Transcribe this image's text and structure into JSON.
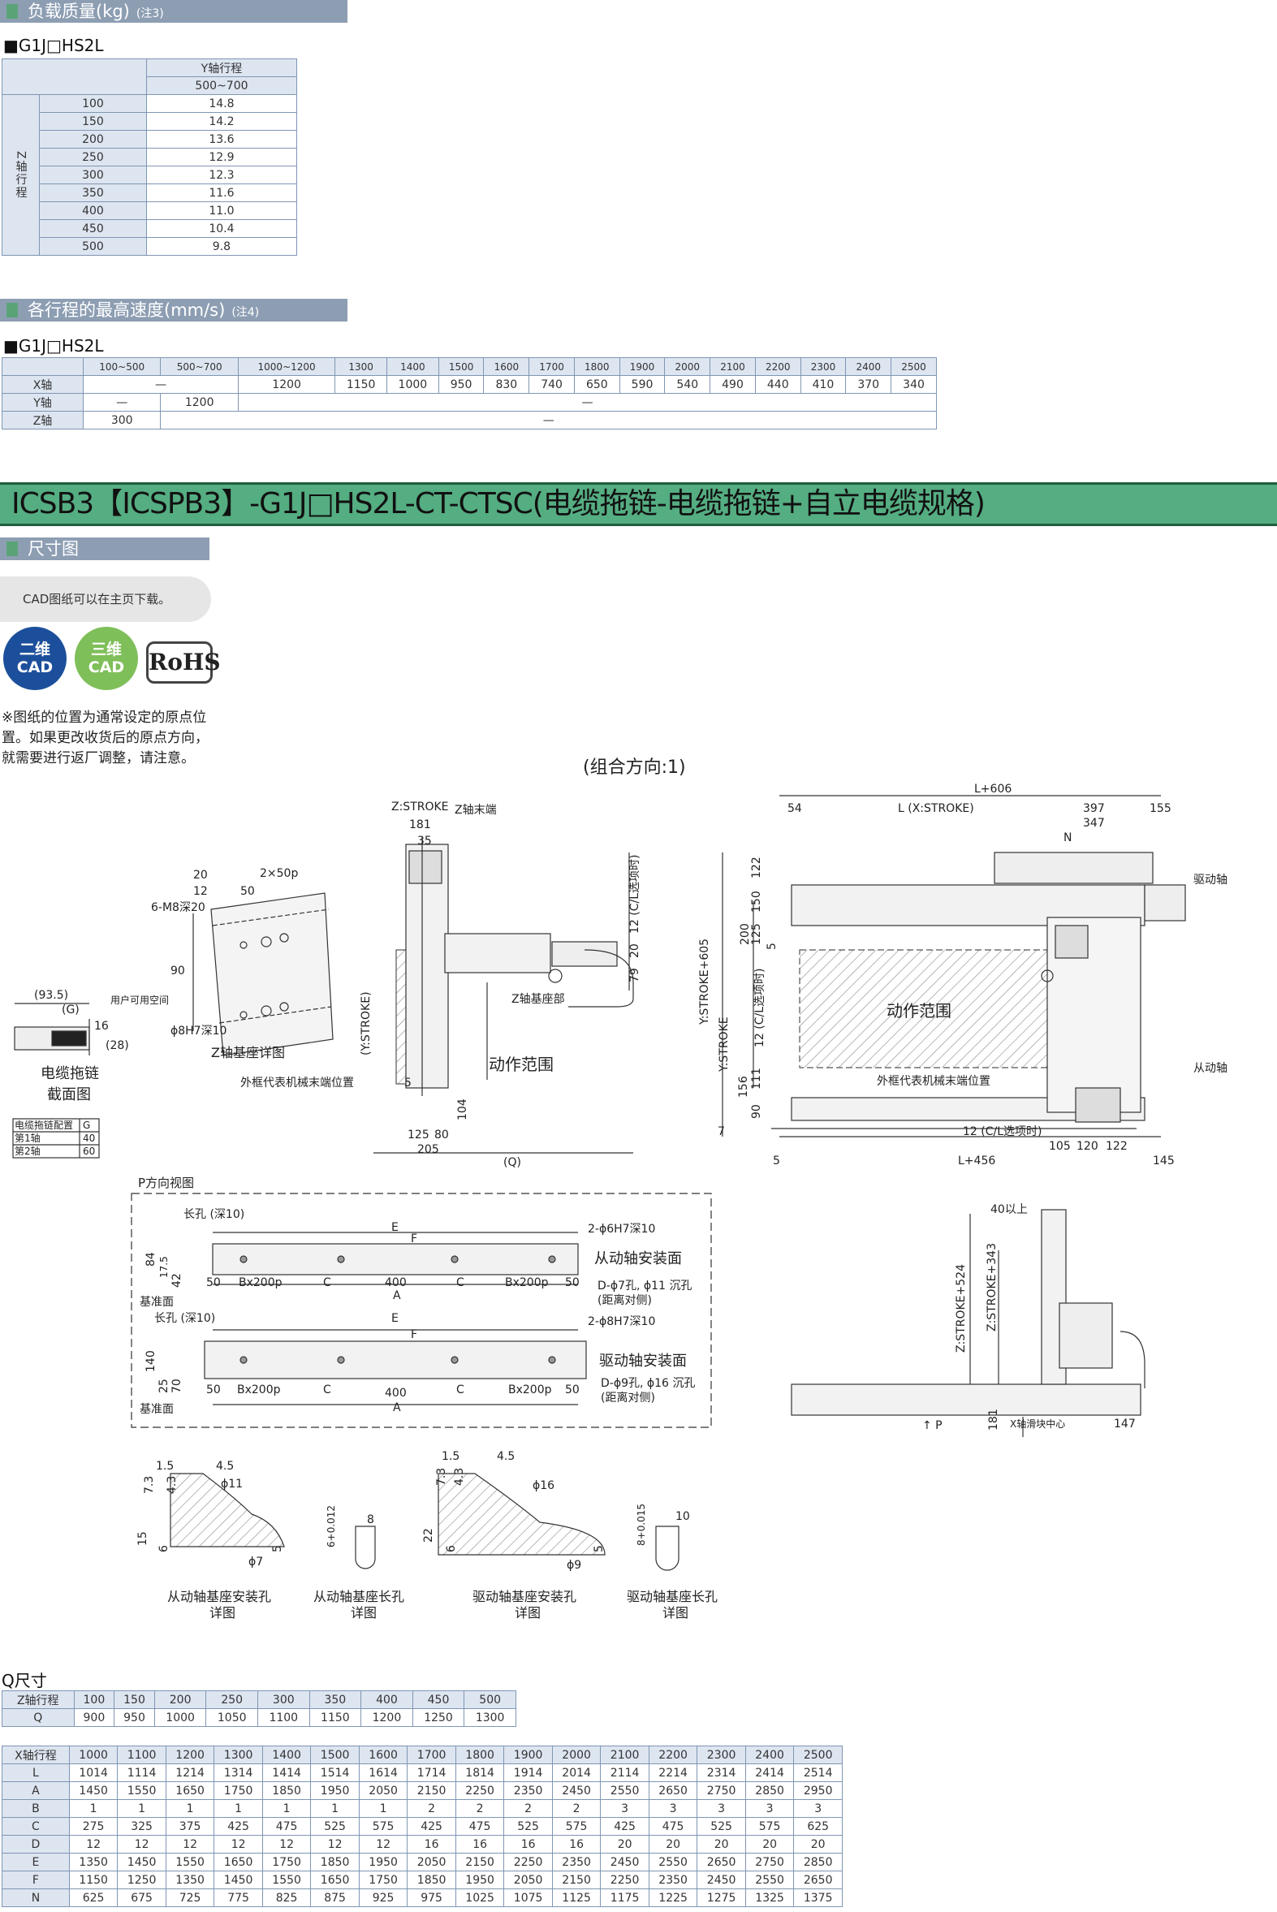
{
  "load_section": {
    "title": "负载质量(kg)",
    "note": "(注3)",
    "model": "■G1J□HS2L",
    "y_axis_header": "Y轴行程",
    "y_range": "500~700",
    "z_axis_label": "Z轴行程",
    "rows": [
      [
        "100",
        "14.8"
      ],
      [
        "150",
        "14.2"
      ],
      [
        "200",
        "13.6"
      ],
      [
        "250",
        "12.9"
      ],
      [
        "300",
        "12.3"
      ],
      [
        "350",
        "11.6"
      ],
      [
        "400",
        "11.0"
      ],
      [
        "450",
        "10.4"
      ],
      [
        "500",
        "9.8"
      ]
    ]
  },
  "speed_section": {
    "title": "各行程的最高速度(mm/s)",
    "note": "(注4)",
    "model": "■G1J□HS2L",
    "headers": [
      "100~500",
      "500~700",
      "1000~1200",
      "1300",
      "1400",
      "1500",
      "1600",
      "1700",
      "1800",
      "1900",
      "2000",
      "2100",
      "2200",
      "2300",
      "2400",
      "2500"
    ],
    "x_label": "X轴",
    "x_dash": "—",
    "x_values": [
      "1200",
      "1150",
      "1000",
      "950",
      "830",
      "740",
      "650",
      "590",
      "540",
      "490",
      "440",
      "410",
      "370",
      "340"
    ],
    "y_label": "Y轴",
    "y_first": "—",
    "y_second": "1200",
    "y_rest": "—",
    "z_label": "Z轴",
    "z_first": "300",
    "z_rest": "—"
  },
  "banner": {
    "title": "ICSB3【ICSPB3】-G1J□HS2L-CT-CTSC(电缆拖链-电缆拖链+自立电缆规格)"
  },
  "dim_section": {
    "title": "尺寸图",
    "cad_note": "CAD图纸可以在主页下载。",
    "badge_2d_line1": "二维",
    "badge_2d_line2": "CAD",
    "badge_3d_line1": "三维",
    "badge_3d_line2": "CAD",
    "rohs": "RoHS",
    "remark": "※图纸的位置为通常设定的原点位置。如果更改收货后的原点方向，就需要进行返厂调整，请注意。"
  },
  "drawing": {
    "orientation": "(组合方向:1)",
    "cable_chain": {
      "caption1": "电缆拖链",
      "caption2": "截面图",
      "user_space": "用户可用空间",
      "d935": "(93.5)",
      "g": "(G)",
      "d16": "16",
      "d28": "(28)",
      "cfg_title": "电缆拖链配置",
      "cfg_g": "G",
      "cfg_rows": [
        [
          "第1轴",
          "40"
        ],
        [
          "第2轴",
          "60"
        ]
      ]
    },
    "z_base": {
      "caption": "Z轴基座详图",
      "d20": "20",
      "d12": "12",
      "d50": "50",
      "d2x50p": "2×50p",
      "hole": "6-M8深20",
      "d90": "90",
      "pin": "ϕ8H7深10"
    },
    "side": {
      "zstroke": "Z:STROKE",
      "zend": "Z轴末端",
      "d181": "181",
      "d35": "35",
      "ystroke": "(Y:STROKE)",
      "cl12": "12 (C/L选项时)",
      "d20": "20",
      "d79": "79",
      "zbase": "Z轴基座部",
      "range": "动作范围",
      "mech_end": "外框代表机械末端位置",
      "d5": "5",
      "d104": "104",
      "d125": "125",
      "d80": "80",
      "d205": "205",
      "q": "(Q)"
    },
    "top": {
      "l606": "L+606",
      "d54": "54",
      "lx": "L (X:STROKE)",
      "d397": "397",
      "d155": "155",
      "d347": "347",
      "n": "N",
      "drive": "驱动轴",
      "driven": "从动轴",
      "range": "动作范围",
      "ys605": "Y:STROKE+605",
      "ys": "Y:STROKE",
      "cl12v": "12 (C/L选项时)",
      "d122": "122",
      "d150": "150",
      "d125": "125",
      "d200": "200",
      "d5": "5",
      "d111": "111",
      "d156": "156",
      "d90": "90",
      "d7": "7",
      "mech_end": "外框代表机械末端位置",
      "cl12h": "12 (C/L选项时)",
      "d105": "105",
      "d120": "120",
      "d122b": "122",
      "l456": "L+456",
      "d145": "145"
    },
    "pview": {
      "title": "P方向视图",
      "slot1": "长孔 (深10)",
      "e": "E",
      "f": "F",
      "pin1": "2-ϕ6H7深10",
      "driven_face": "从动轴安装面",
      "d84": "84",
      "d17": "17.5",
      "d42": "42",
      "d50": "50",
      "bx200p": "Bx200p",
      "c": "C",
      "d400": "400",
      "a": "A",
      "holes1": "D-ϕ7孔, ϕ11 沉孔",
      "holes1b": "(距离对侧)",
      "ref": "基准面",
      "slot2": "长孔 (深10)",
      "pin2": "2-ϕ8H7深10",
      "drive_face": "驱动轴安装面",
      "d140": "140",
      "d25": "25",
      "d70": "70",
      "holes2": "D-ϕ9孔, ϕ16 沉孔",
      "holes2b": "(距离对侧)"
    },
    "front": {
      "above": "40以上",
      "zs524": "Z:STROKE+524",
      "zs343": "Z:STROKE+343",
      "d181": "181",
      "xcenter": "X轴滑块中心",
      "d147": "147",
      "p": "↑ P"
    },
    "details": {
      "d1": {
        "caption1": "从动轴基座安装孔",
        "caption2": "详图",
        "a": "1.5",
        "b": "4.5",
        "c": "7.3",
        "d": "4.3",
        "e": "15",
        "f": "6",
        "g": "5",
        "phi": "ϕ11",
        "phi2": "ϕ7"
      },
      "d2": {
        "caption1": "从动轴基座长孔",
        "caption2": "详图",
        "w": "8",
        "tol": "6+0.012"
      },
      "d3": {
        "caption1": "驱动轴基座安装孔",
        "caption2": "详图",
        "a": "1.5",
        "b": "4.5",
        "c": "7.3",
        "d": "4.3",
        "e": "22",
        "f": "6",
        "g": "5",
        "phi": "ϕ16",
        "phi2": "ϕ9"
      },
      "d4": {
        "caption1": "驱动轴基座长孔",
        "caption2": "详图",
        "w": "10",
        "tol": "8+0.015"
      }
    }
  },
  "q_section": {
    "title": "Q尺寸",
    "z_label": "Z轴行程",
    "q_label": "Q",
    "z": [
      "100",
      "150",
      "200",
      "250",
      "300",
      "350",
      "400",
      "450",
      "500"
    ],
    "q": [
      "900",
      "950",
      "1000",
      "1050",
      "1100",
      "1150",
      "1200",
      "1250",
      "1300"
    ]
  },
  "x_table": {
    "header": "X轴行程",
    "strokes": [
      "1000",
      "1100",
      "1200",
      "1300",
      "1400",
      "1500",
      "1600",
      "1700",
      "1800",
      "1900",
      "2000",
      "2100",
      "2200",
      "2300",
      "2400",
      "2500"
    ],
    "rows": [
      {
        "label": "L",
        "values": [
          "1014",
          "1114",
          "1214",
          "1314",
          "1414",
          "1514",
          "1614",
          "1714",
          "1814",
          "1914",
          "2014",
          "2114",
          "2214",
          "2314",
          "2414",
          "2514"
        ]
      },
      {
        "label": "A",
        "values": [
          "1450",
          "1550",
          "1650",
          "1750",
          "1850",
          "1950",
          "2050",
          "2150",
          "2250",
          "2350",
          "2450",
          "2550",
          "2650",
          "2750",
          "2850",
          "2950"
        ]
      },
      {
        "label": "B",
        "values": [
          "1",
          "1",
          "1",
          "1",
          "1",
          "1",
          "1",
          "2",
          "2",
          "2",
          "2",
          "3",
          "3",
          "3",
          "3",
          "3"
        ]
      },
      {
        "label": "C",
        "values": [
          "275",
          "325",
          "375",
          "425",
          "475",
          "525",
          "575",
          "425",
          "475",
          "525",
          "575",
          "425",
          "475",
          "525",
          "575",
          "625"
        ]
      },
      {
        "label": "D",
        "values": [
          "12",
          "12",
          "12",
          "12",
          "12",
          "12",
          "12",
          "16",
          "16",
          "16",
          "16",
          "20",
          "20",
          "20",
          "20",
          "20"
        ]
      },
      {
        "label": "E",
        "values": [
          "1350",
          "1450",
          "1550",
          "1650",
          "1750",
          "1850",
          "1950",
          "2050",
          "2150",
          "2250",
          "2350",
          "2450",
          "2550",
          "2650",
          "2750",
          "2850"
        ]
      },
      {
        "label": "F",
        "values": [
          "1150",
          "1250",
          "1350",
          "1450",
          "1550",
          "1650",
          "1750",
          "1850",
          "1950",
          "2050",
          "2150",
          "2250",
          "2350",
          "2450",
          "2550",
          "2650"
        ]
      },
      {
        "label": "N",
        "values": [
          "625",
          "675",
          "725",
          "775",
          "825",
          "875",
          "925",
          "975",
          "1025",
          "1075",
          "1125",
          "1175",
          "1225",
          "1275",
          "1325",
          "1375"
        ]
      }
    ]
  }
}
